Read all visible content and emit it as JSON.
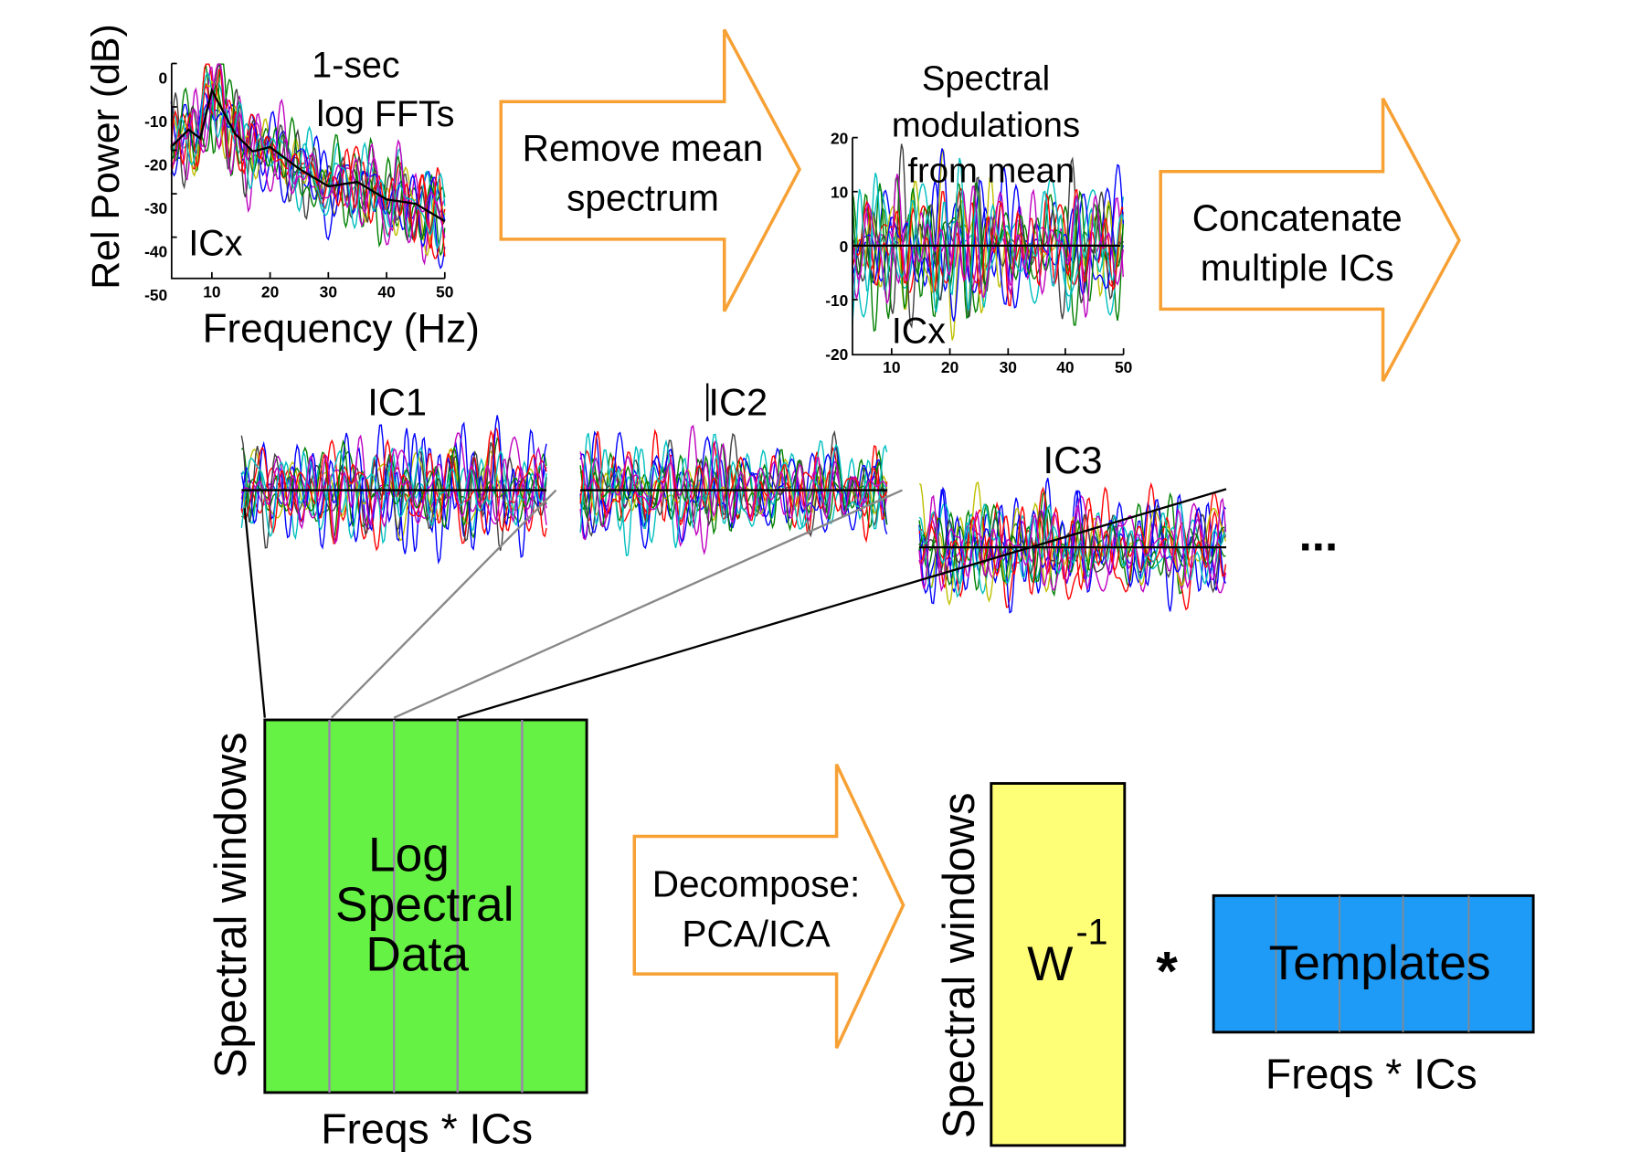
{
  "plot_fft": {
    "title_lines": [
      "1-sec",
      "log FFTs"
    ],
    "ylabel": "Rel Power (dB)",
    "xlabel": "Frequency (Hz)",
    "tag": "ICx",
    "x_ticks": [
      "10",
      "20",
      "30",
      "40",
      "50"
    ],
    "y_ticks": [
      "0",
      "-10",
      "-20",
      "-30",
      "-40",
      "-50"
    ],
    "xlim": [
      3,
      50
    ],
    "ylim": [
      -46,
      3
    ],
    "mean_spectrum": {
      "freq": [
        3,
        6,
        8,
        10,
        14,
        17,
        20,
        25,
        30,
        35,
        40,
        45,
        50
      ],
      "db": [
        -16,
        -12,
        -14,
        -3,
        -13,
        -17,
        -16,
        -21,
        -25,
        -24,
        -28,
        -29,
        -33
      ]
    }
  },
  "arrow_remove_mean": {
    "lines": [
      "Remove mean",
      "spectrum"
    ]
  },
  "plot_modulations": {
    "title_lines": [
      "Spectral",
      "modulations",
      "from mean"
    ],
    "tag": "ICx",
    "x_ticks": [
      "10",
      "20",
      "30",
      "40",
      "50"
    ],
    "y_ticks": [
      "20",
      "10",
      "0",
      "-10",
      "-20"
    ],
    "xlim": [
      3,
      50
    ],
    "ylim": [
      -20,
      20
    ]
  },
  "arrow_concatenate": {
    "lines": [
      "Concatenate",
      "multiple ICs"
    ]
  },
  "ic_panels": [
    {
      "label": "IC1"
    },
    {
      "label": "IC2"
    },
    {
      "label": "IC3"
    }
  ],
  "ellipsis": "...",
  "data_matrix": {
    "lines": [
      "Log",
      "Spectral",
      "Data"
    ],
    "row_label": "Spectral windows",
    "col_label": "Freqs * ICs",
    "color": "#66f244"
  },
  "arrow_decompose": {
    "lines": [
      "Decompose:",
      "PCA/ICA"
    ]
  },
  "weights_matrix": {
    "symbol": "W",
    "exponent": "-1",
    "row_label": "Spectral windows",
    "color": "#ffff77"
  },
  "multiply": "*",
  "templates_matrix": {
    "label": "Templates",
    "col_label": "Freqs * ICs",
    "color": "#1e9bf7"
  },
  "arrow_color": "#f7a034",
  "trace_colors": [
    "#0000ff",
    "#008000",
    "#ff0000",
    "#00bfbf",
    "#bf00bf",
    "#bfbf00",
    "#404040",
    "#0000ff",
    "#008000",
    "#ff0000",
    "#00bfbf",
    "#bf00bf"
  ]
}
